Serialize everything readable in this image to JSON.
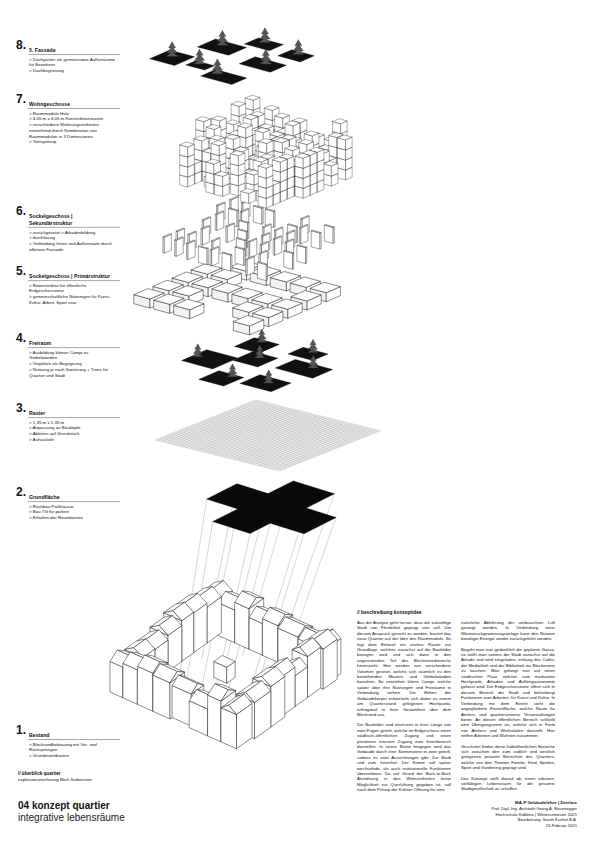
{
  "diagram": {
    "title": "04 konzept quartier",
    "labels": [
      "8.",
      "5. Fassade",
      "> Dachgärten als gemeinsame Außenräume für Bewohner",
      "> Dachbegrünung",
      "7.",
      "Wohngeschosse",
      "> Raummodule Holz",
      "> 4,05 m x 4,05 m Konstruktionsraster",
      "> verschiedene Wohnungseinheiten entstehend durch Kombination von Raummodulen in 3 Dimensionen",
      "> Tetrisprinzip",
      "6.",
      "Sockelgeschoss | Sekundärstruktur",
      "> zurückgesetzt > Arkadenbildung",
      "> durchlässig",
      "> Verbindung Innen und Außenraum durch offenere Fassade",
      "5.",
      "Sockelgeschoss | Primärstruktur",
      "> Betonstruktur für öffentliche Erdgeschosszone",
      "> gemeinschaftliche Nutzungen für Kunst, Kultur, Arbeit, Sport usw.",
      "4.",
      "Freiraum",
      "> Ausbildung kleiner Campi zu Giebelwänden",
      "> Vorplätze als Begegnung",
      "> Nutzung je nach Sanierung + Trees für Quartier und Stadt",
      "3.",
      "Raster",
      "> 1,35 m x 1,35 m",
      "> Anpassung an Bauköpfe",
      "> Ableiten auf Grundstück",
      "> Aufsockeln",
      "2.",
      "Grundfläche",
      "> Rückbau Parkhäuser",
      "> Bau TG für parken",
      "> Erhalten der Raumkanten",
      "1.",
      "Bestand",
      "> Blockrandbebauung mit Vor- und Rücksprüngen",
      "> Gründerzeitbauten",
      "// überblick quartier",
      "explosionszeichnung Blick Südwesten",
      "// beschreibung konzeptidee",
      "Aus der Analyse geht hervor, dass die zukünftige Stadt von Flexibilität geprägt sein soll. Um diesem Anspruch gerecht zu werden, basiert das neue Quartier auf der Idee des Raummoduls. So legt dem Entwurf ein starkes Raster zur Grundlage, welches zunächst auf die Baufelder bezogen wird und sich dann in den angrenzenden Teil des Blockinnenbereichs hineinzieht. Hier werden nun verschiedene Volumen gesetzt, welche sich räumlich zu den bestehenden Mauern und Giebelwänden beziehen. So entstehen kleine Campi, welche später über ihre Nutzungen und Freiräume in Verbindung stehen. Die Höhen der Gebäudekörper entwickeln sich dabei zu einem am Quartiersrand gelegenen Hochpunkt, orthogonal in ihrer Gesamtheit über dem Blockrand aus.",
      "Die Baufelder sind einerseits in ihrer Länge von zwei Fugen geteilt, welche im Erdgeschoss einen städtisch-öffentlichen Zugang und einen privateren internen Zugang zum Innenbereich darstellen. In seiner Breite hingegen wird das Gebäude durch eine Sonnenzone in zwei geteilt, sodass es zwei Ausrichtungen gibt: Zur Stadt und zum Innenhof. Der Kamm soll später wechselnde, als auch institutionelle Funktionen übernehmen. Da auf Grund der Back-to-Back Anordnung in den Wohneinheiten keine Möglichkeit zur Querlüftung gegeben ist, soll nach dem Prinzip der Kühner Öffnung für eine",
      "natürliche Abführung der verbrauchten Luft gesorgt werden. In Verbindung einer Wärmerückgewinnungsanlage kann den Nutzern benötigte Energie wieder zurückgeführt werden.",
      "Begeht man nun gedanklich die geplante Gasse, so stößt man seitens der Stadt zunächst auf die Arkade und wird eingeladen, entlang des Cafés, der Mediathek und der Bibliothek ins Blockinnere zu tauchen. Man gelangt nun auf einen städtischen Platz, welcher vom markanten Hochpunkt, Arkaden und Außengastronomie gefasst wird. Die Erdgeschosszone öffnet sich in diesem Bereich der Stadt und beherbergt Funktionen zum Arbeiten, für Kunst und Kultur. In Verbindung mit dem Eintritt steht die angegliederte Freizeitfläche, welche Raum für Ateliers und quartiersinterne Veranstaltungen bietet. An diesen öffentlichen Bereich schließt eine Übergangszone an, welche sich in Form von Ateliers und Werkstätten darstellt. Hier treffen Arbeiten und Wohnen zusammen.",
      "Geschützt finden diese halböffentlichen Bereiche sich zwischen den zum südlich und westlich gelegenen privaten Bereichen des Quartiers, welche von den Themen Familie, Kind, Spielen, Sport und Gardening geprägt sind.",
      "Das Konzept stellt darauf ab, einen urbanen, vielfältigen Lebensraum für die gesamte Stadtgesellschaft zu schaffen.",
      "integrative lebensräume",
      "MA-P Gebäudelehre | Detritus",
      "Prof. Dipl.-Ing. Architekt Georg A. Rosenegger",
      "Hochschule Koblenz | Wintersemester 2021",
      "Bearbeitung: Sarah Kunkel B.A.",
      "24.Februar 2021"
    ]
  }
}
